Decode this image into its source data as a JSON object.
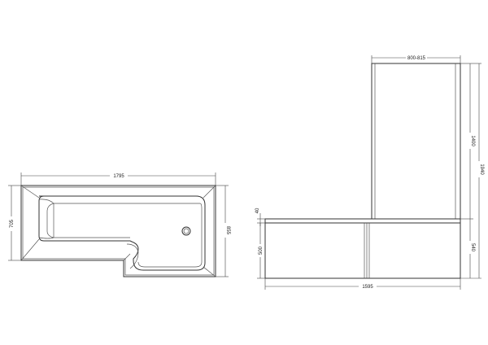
{
  "drawing": {
    "plan_view": {
      "overall_length": "1795",
      "narrow_width": "705",
      "wide_width": "855"
    },
    "front_elevation": {
      "screen_width": "800-815",
      "screen_height": "1400",
      "overall_height": "1940",
      "rim_height": "40",
      "panel_height": "500",
      "bath_height": "540",
      "panel_length": "1595"
    }
  }
}
